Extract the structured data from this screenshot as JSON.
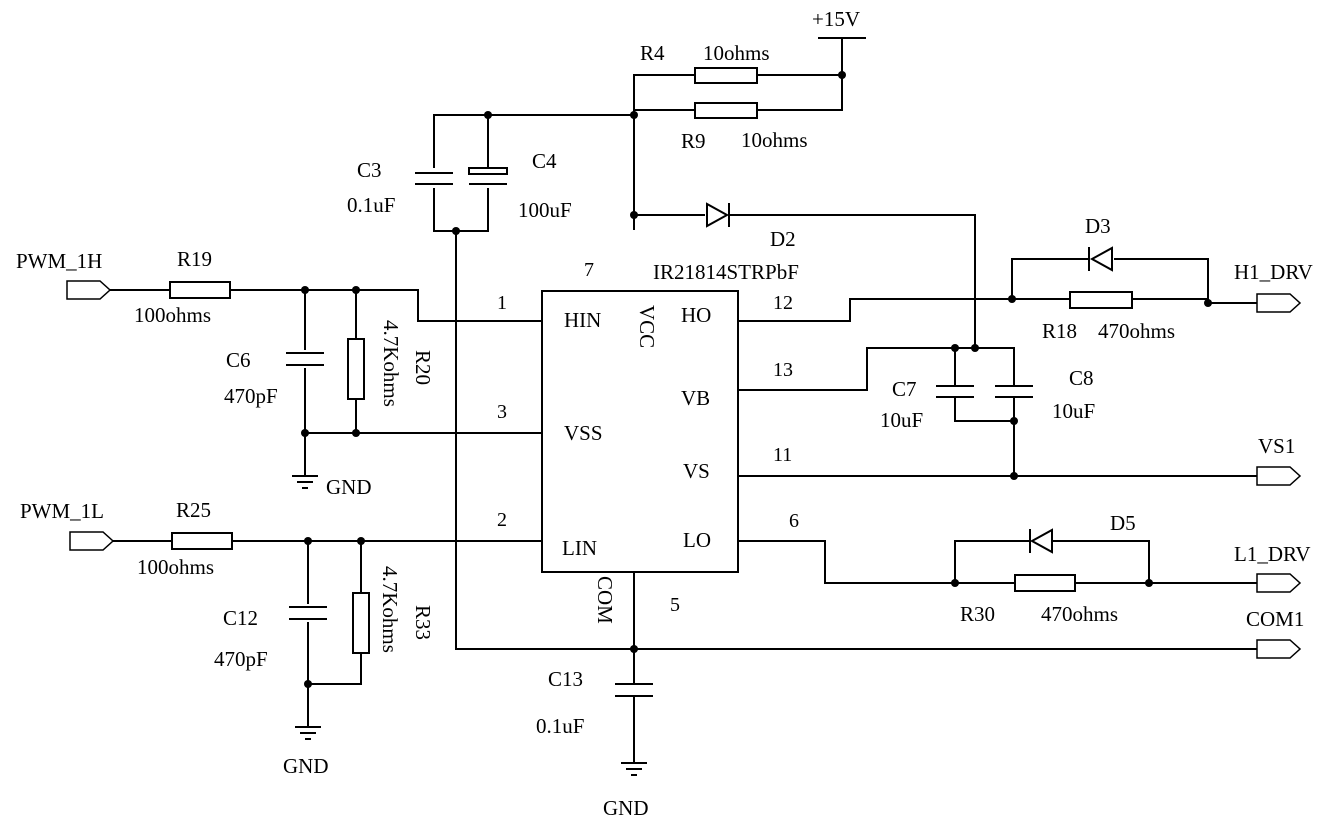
{
  "power": {
    "vcc_label": "+15V",
    "gnd_label": "GND"
  },
  "ic": {
    "part": "IR21814STRPbF",
    "pins": [
      {
        "name": "HIN",
        "num": "1"
      },
      {
        "name": "VSS",
        "num": "3"
      },
      {
        "name": "LIN",
        "num": "2"
      },
      {
        "name": "VCC",
        "num": "7"
      },
      {
        "name": "COM",
        "num": "5"
      },
      {
        "name": "HO",
        "num": "12"
      },
      {
        "name": "VB",
        "num": "13"
      },
      {
        "name": "VS",
        "num": "11"
      },
      {
        "name": "LO",
        "num": "6"
      }
    ]
  },
  "resistors": [
    {
      "ref": "R4",
      "value": "10ohms"
    },
    {
      "ref": "R9",
      "value": "10ohms"
    },
    {
      "ref": "R19",
      "value": "100ohms"
    },
    {
      "ref": "R20",
      "value": "4.7Kohms"
    },
    {
      "ref": "R25",
      "value": "100ohms"
    },
    {
      "ref": "R33",
      "value": "4.7Kohms"
    },
    {
      "ref": "R18",
      "value": "470ohms"
    },
    {
      "ref": "R30",
      "value": "470ohms"
    }
  ],
  "capacitors": [
    {
      "ref": "C3",
      "value": "0.1uF"
    },
    {
      "ref": "C4",
      "value": "100uF"
    },
    {
      "ref": "C6",
      "value": "470pF"
    },
    {
      "ref": "C12",
      "value": "470pF"
    },
    {
      "ref": "C7",
      "value": "10uF"
    },
    {
      "ref": "C8",
      "value": "10uF"
    },
    {
      "ref": "C13",
      "value": "0.1uF"
    }
  ],
  "diodes": [
    {
      "ref": "D2"
    },
    {
      "ref": "D3"
    },
    {
      "ref": "D5"
    }
  ],
  "ports": [
    {
      "label": "PWM_1H"
    },
    {
      "label": "PWM_1L"
    },
    {
      "label": "H1_DRV"
    },
    {
      "label": "VS1"
    },
    {
      "label": "L1_DRV"
    },
    {
      "label": "COM1"
    }
  ]
}
